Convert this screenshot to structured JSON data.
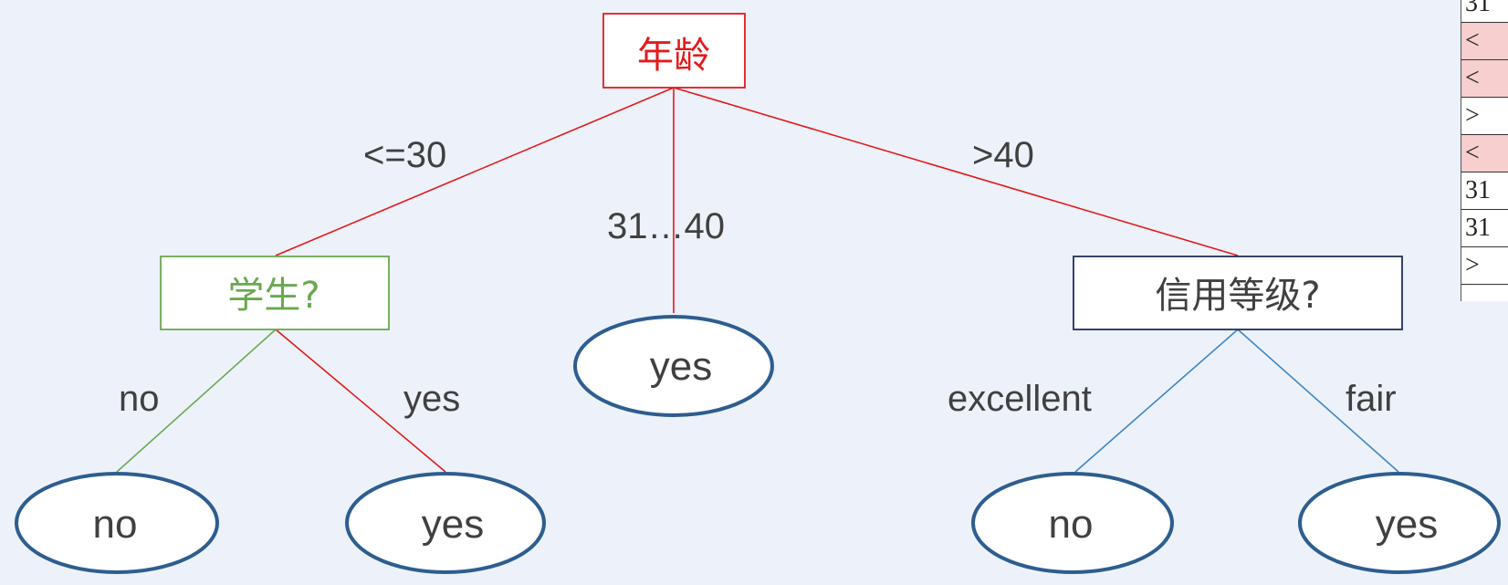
{
  "tree": {
    "root": {
      "label": "年龄"
    },
    "edges": {
      "root_left": "<=30",
      "root_mid": "31…40",
      "root_right": ">40",
      "student_left": "no",
      "student_right": "yes",
      "credit_left": "excellent",
      "credit_right": "fair"
    },
    "nodes": {
      "student": "学生?",
      "credit": "信用等级?"
    },
    "leaves": {
      "mid": "yes",
      "student_no": "no",
      "student_yes": "yes",
      "credit_no": "no",
      "credit_yes": "yes"
    }
  },
  "side_table": {
    "rows": [
      {
        "text": "31",
        "highlight": false
      },
      {
        "text": "<",
        "highlight": true
      },
      {
        "text": "<",
        "highlight": true
      },
      {
        "text": ">",
        "highlight": false
      },
      {
        "text": "<",
        "highlight": true
      },
      {
        "text": "31",
        "highlight": false
      },
      {
        "text": "31",
        "highlight": false
      },
      {
        "text": ">",
        "highlight": false
      }
    ]
  },
  "colors": {
    "root": "#e31a1c",
    "student": "#6aa84f",
    "credit_box": "#1f2f5a",
    "credit_edges": "#3d85c6",
    "leaf_border": "#2e5d8f"
  }
}
